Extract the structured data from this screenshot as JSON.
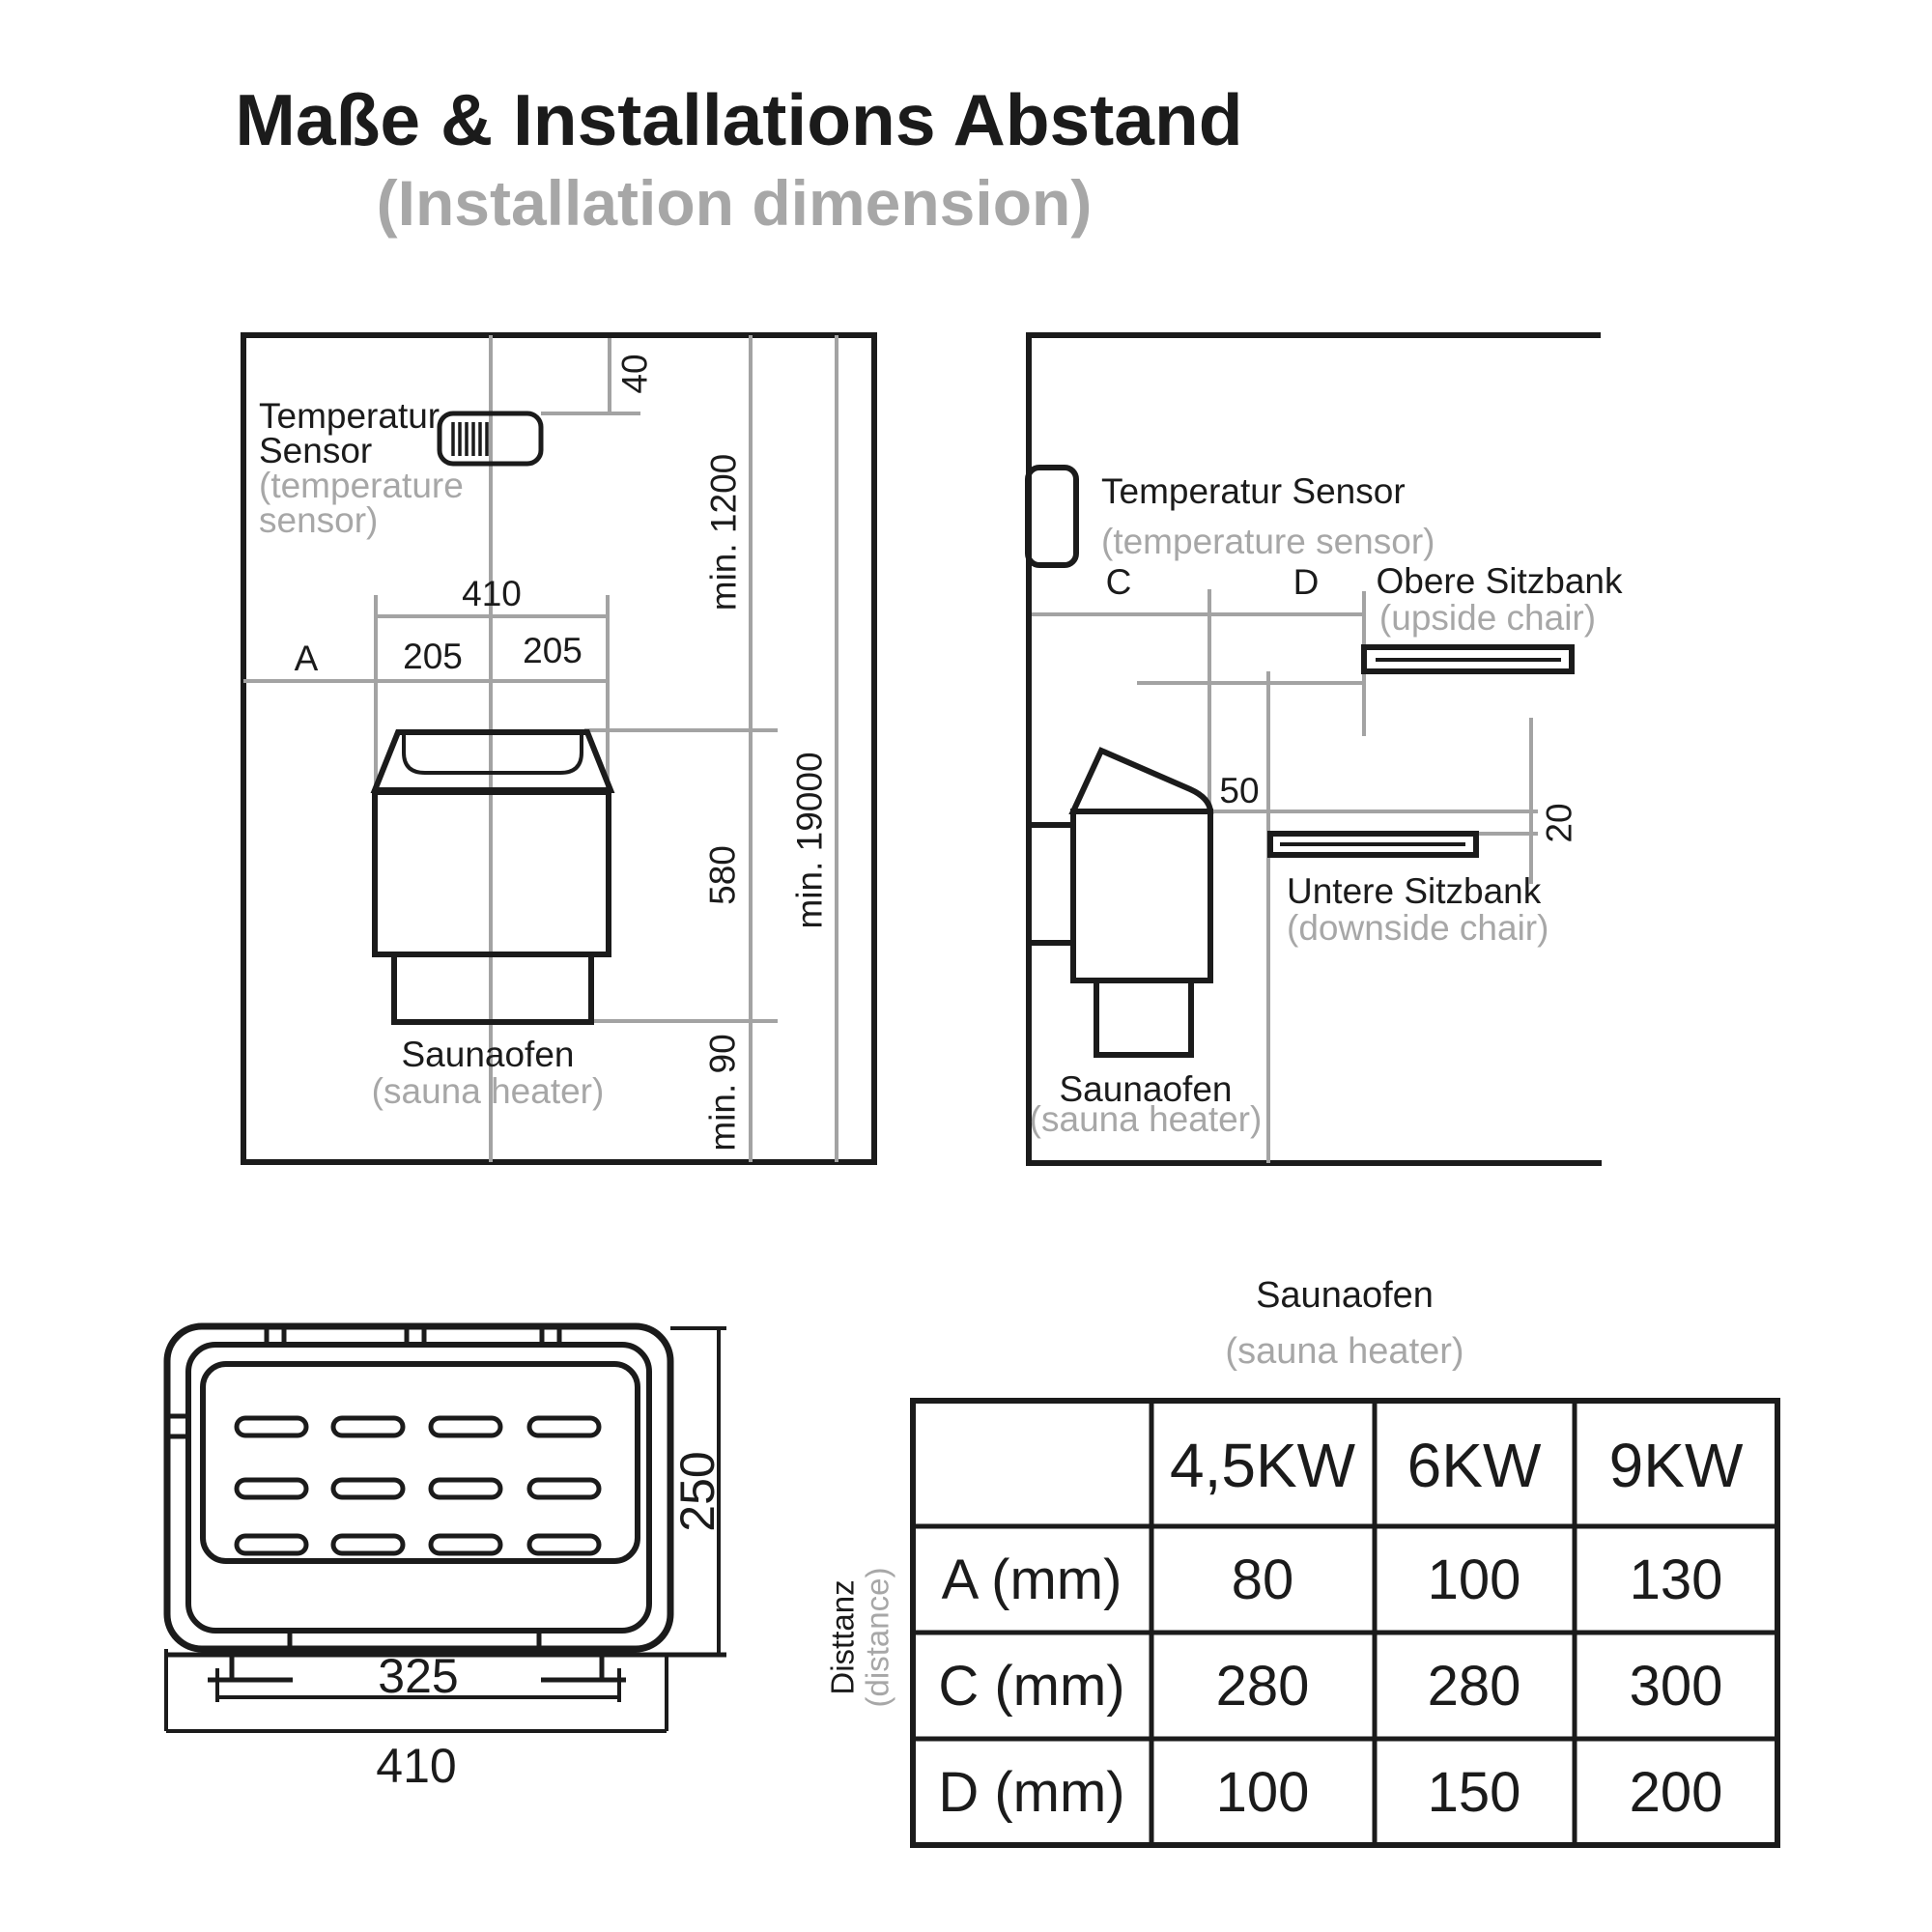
{
  "title": {
    "de": "Maße & Installations Abstand",
    "en": "(Installation dimension)"
  },
  "colors": {
    "ink": "#1b1b1b",
    "muted": "#a7a7a7",
    "dim_line": "#a3a3a3"
  },
  "front_view": {
    "sensor": {
      "line1": "Temperatur",
      "line2": "Sensor",
      "line3": "(temperature",
      "line4": "sensor)"
    },
    "dims": {
      "top_gap": "40",
      "ceiling": "min. 1200",
      "total": "min. 19000",
      "heater_height": "580",
      "floor_gap": "min. 90",
      "width": "410",
      "half_left": "205",
      "half_right": "205",
      "side": "A"
    },
    "heater": {
      "de": "Saunaofen",
      "en": "(sauna heater)"
    }
  },
  "side_view": {
    "sensor": {
      "de": "Temperatur Sensor",
      "en": "(temperature sensor)"
    },
    "dims": {
      "c": "C",
      "d": "D",
      "bench_gap": "50",
      "bench_drop": "20"
    },
    "upper_bench": {
      "de": "Obere Sitzbank",
      "en": "(upside chair)"
    },
    "lower_bench": {
      "de": "Untere Sitzbank",
      "en": "(downside chair)"
    },
    "heater": {
      "de": "Saunaofen",
      "en": "(sauna heater)"
    }
  },
  "product_view": {
    "dims": {
      "height": "250",
      "inner_width": "325",
      "outer_width": "410"
    }
  },
  "table": {
    "caption": {
      "de": "Saunaofen",
      "en": "(sauna heater)"
    },
    "side_label": {
      "de": "Disttanz",
      "en": "(distance)"
    },
    "columns": [
      "4,5KW",
      "6KW",
      "9KW"
    ],
    "rows": [
      {
        "label": "A (mm)",
        "values": [
          "80",
          "100",
          "130"
        ]
      },
      {
        "label": "C (mm)",
        "values": [
          "280",
          "280",
          "300"
        ]
      },
      {
        "label": "D (mm)",
        "values": [
          "100",
          "150",
          "200"
        ]
      }
    ]
  }
}
